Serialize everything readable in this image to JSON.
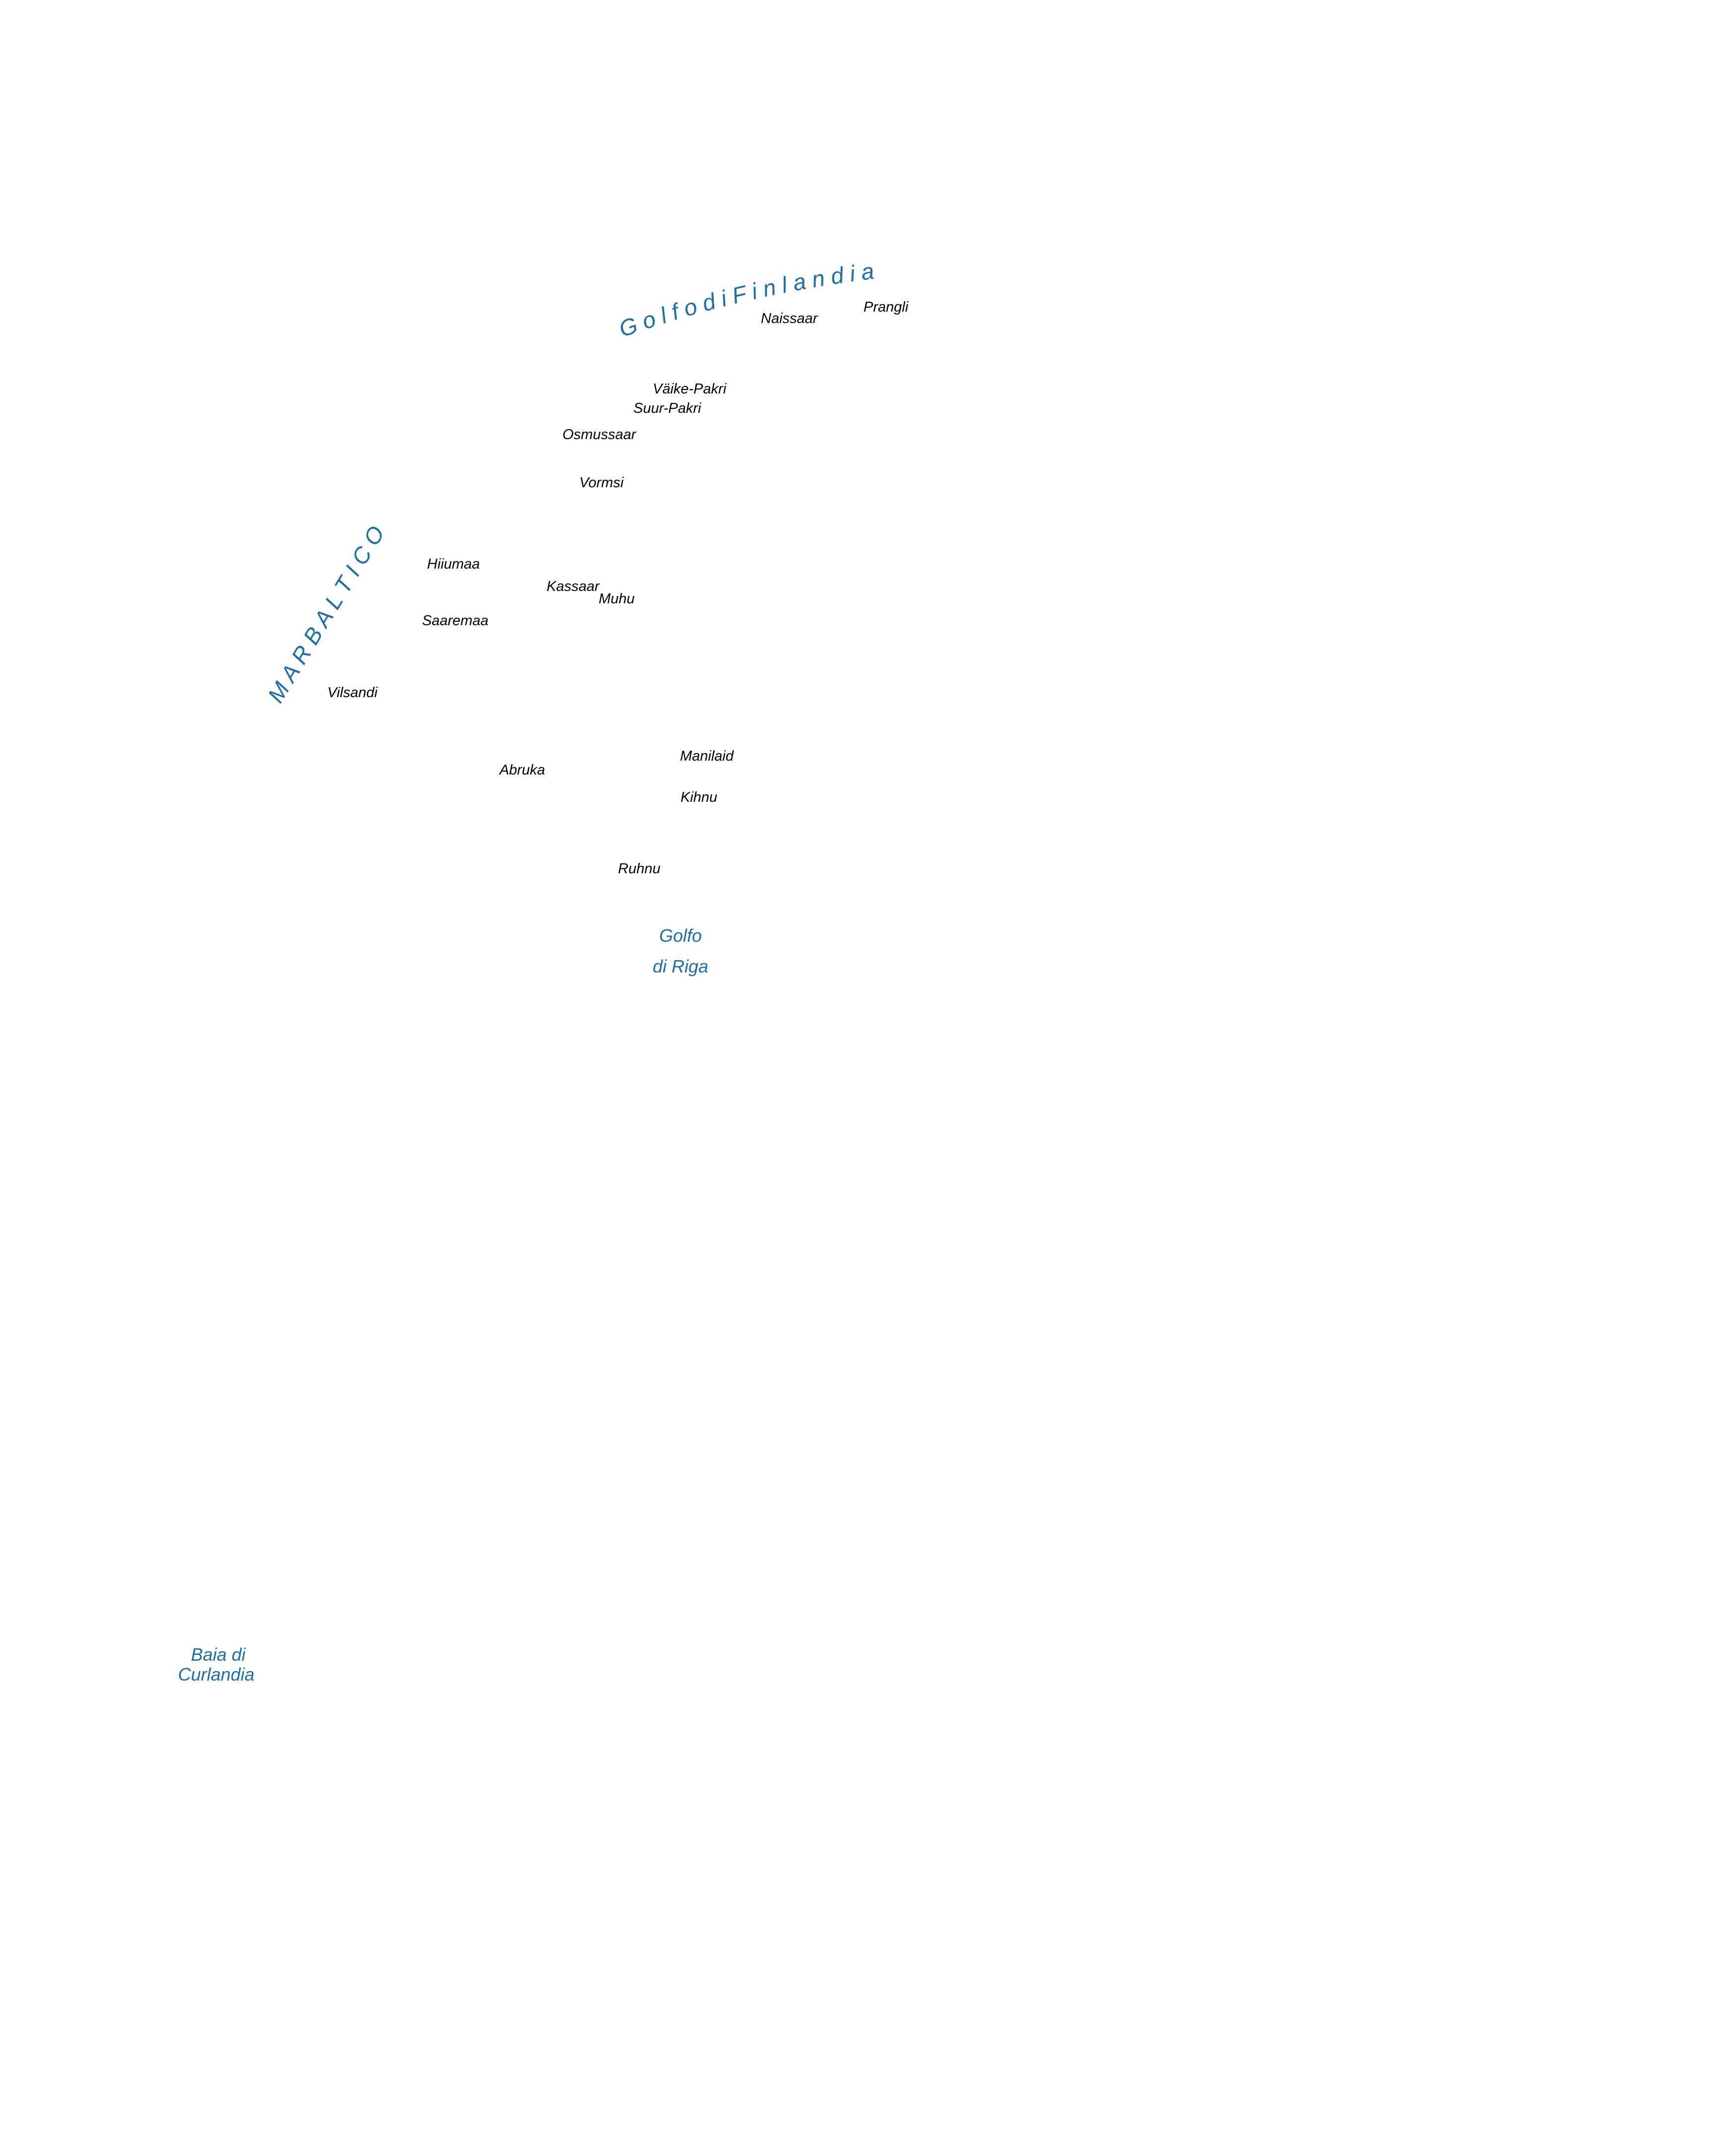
{
  "map": {
    "water_color": "#1b6fa8",
    "island_label_color": "#000000",
    "water_bodies": {
      "gulf_of_finland": "G o l f o   d i   F i n l a n d i a",
      "baltic_sea": "M A R   B A L T I C O",
      "gulf_of_riga": [
        "Golfo",
        "di Riga"
      ],
      "curonian_bay": [
        "Baia di",
        "Curlandia"
      ]
    },
    "islands": [
      "Naissaar",
      "Prangli",
      "Väike-Pakri",
      "Suur-Pakri",
      "Osmussaar",
      "Vormsi",
      "Hiiumaa",
      "Kassaar",
      "Muhu",
      "Saaremaa",
      "Vilsandi",
      "Abruka",
      "Manilaid",
      "Kihnu",
      "Ruhnu"
    ]
  }
}
